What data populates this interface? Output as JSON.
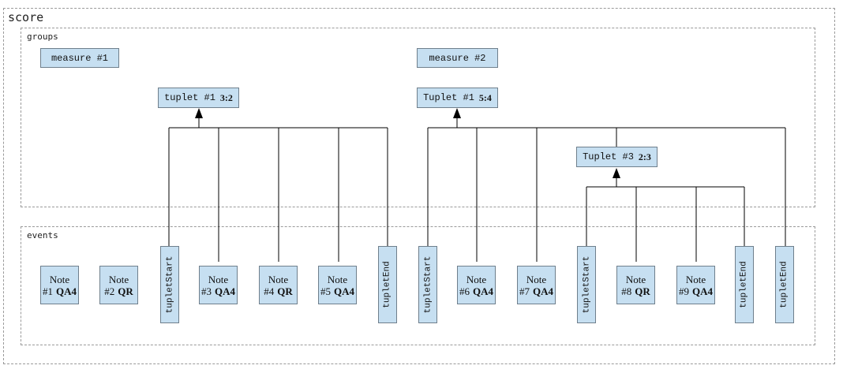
{
  "score": {
    "label": "score"
  },
  "groups": {
    "label": "groups",
    "items": [
      {
        "name": "measure #1"
      },
      {
        "name": "measure #2"
      },
      {
        "name": "tuplet #1",
        "ratio": "3:2"
      },
      {
        "name": "Tuplet #1",
        "ratio": "5:4"
      },
      {
        "name": "Tuplet #3",
        "ratio": "2:3"
      }
    ]
  },
  "events": {
    "label": "events",
    "items": [
      {
        "kind": "note",
        "title": "Note",
        "num": "#1",
        "value": "QA4"
      },
      {
        "kind": "note",
        "title": "Note",
        "num": "#2",
        "value": "QR"
      },
      {
        "kind": "marker",
        "text": "tupletStart"
      },
      {
        "kind": "note",
        "title": "Note",
        "num": "#3",
        "value": "QA4"
      },
      {
        "kind": "note",
        "title": "Note",
        "num": "#4",
        "value": "QR"
      },
      {
        "kind": "note",
        "title": "Note",
        "num": "#5",
        "value": "QA4"
      },
      {
        "kind": "marker",
        "text": "tupletEnd"
      },
      {
        "kind": "marker",
        "text": "tupletStart"
      },
      {
        "kind": "note",
        "title": "Note",
        "num": "#6",
        "value": "QA4"
      },
      {
        "kind": "note",
        "title": "Note",
        "num": "#7",
        "value": "QA4"
      },
      {
        "kind": "marker",
        "text": "tupletStart"
      },
      {
        "kind": "note",
        "title": "Note",
        "num": "#8",
        "value": "QR"
      },
      {
        "kind": "note",
        "title": "Note",
        "num": "#9",
        "value": "QA4"
      },
      {
        "kind": "marker",
        "text": "tupletEnd"
      },
      {
        "kind": "marker",
        "text": "tupletEnd"
      }
    ]
  },
  "colors": {
    "box_fill": "#c6dff1",
    "box_border": "#6f7f8c",
    "line": "#000000",
    "frame": "#9a9a9a"
  }
}
